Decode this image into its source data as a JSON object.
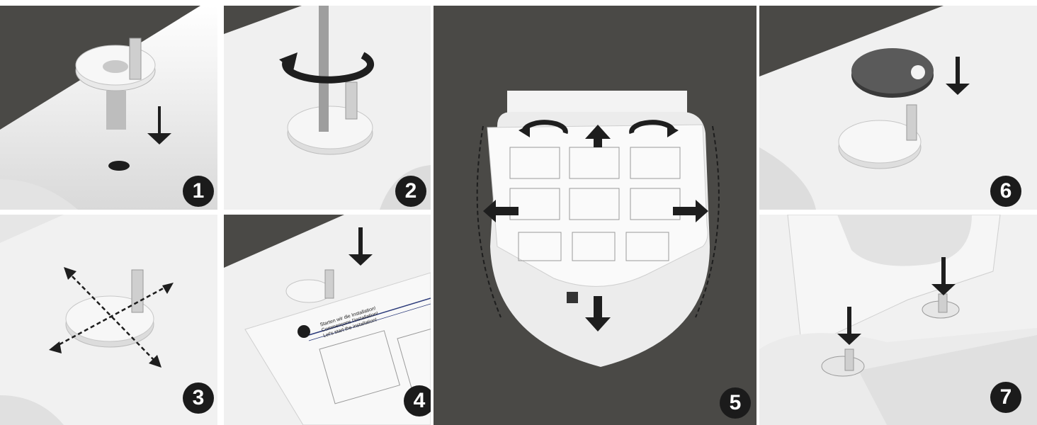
{
  "steps": [
    {
      "number": "1"
    },
    {
      "number": "2"
    },
    {
      "number": "3"
    },
    {
      "number": "4"
    },
    {
      "number": "5"
    },
    {
      "number": "6"
    },
    {
      "number": "7"
    }
  ],
  "sheet_text": {
    "intro_de": "Starten wir die Installation!",
    "intro_fr": "Commençons l'installation!",
    "intro_en": "Let's start the installation!"
  },
  "colors": {
    "backdrop": "#4a4946",
    "ceramic": "#f1f1f1",
    "arrow": "#1e1e1e",
    "badge": "#1b1b1b"
  },
  "icons": [
    "down-arrow-icon",
    "rotate-arrow-icon",
    "four-way-arrow-icon",
    "step-number-badge"
  ]
}
